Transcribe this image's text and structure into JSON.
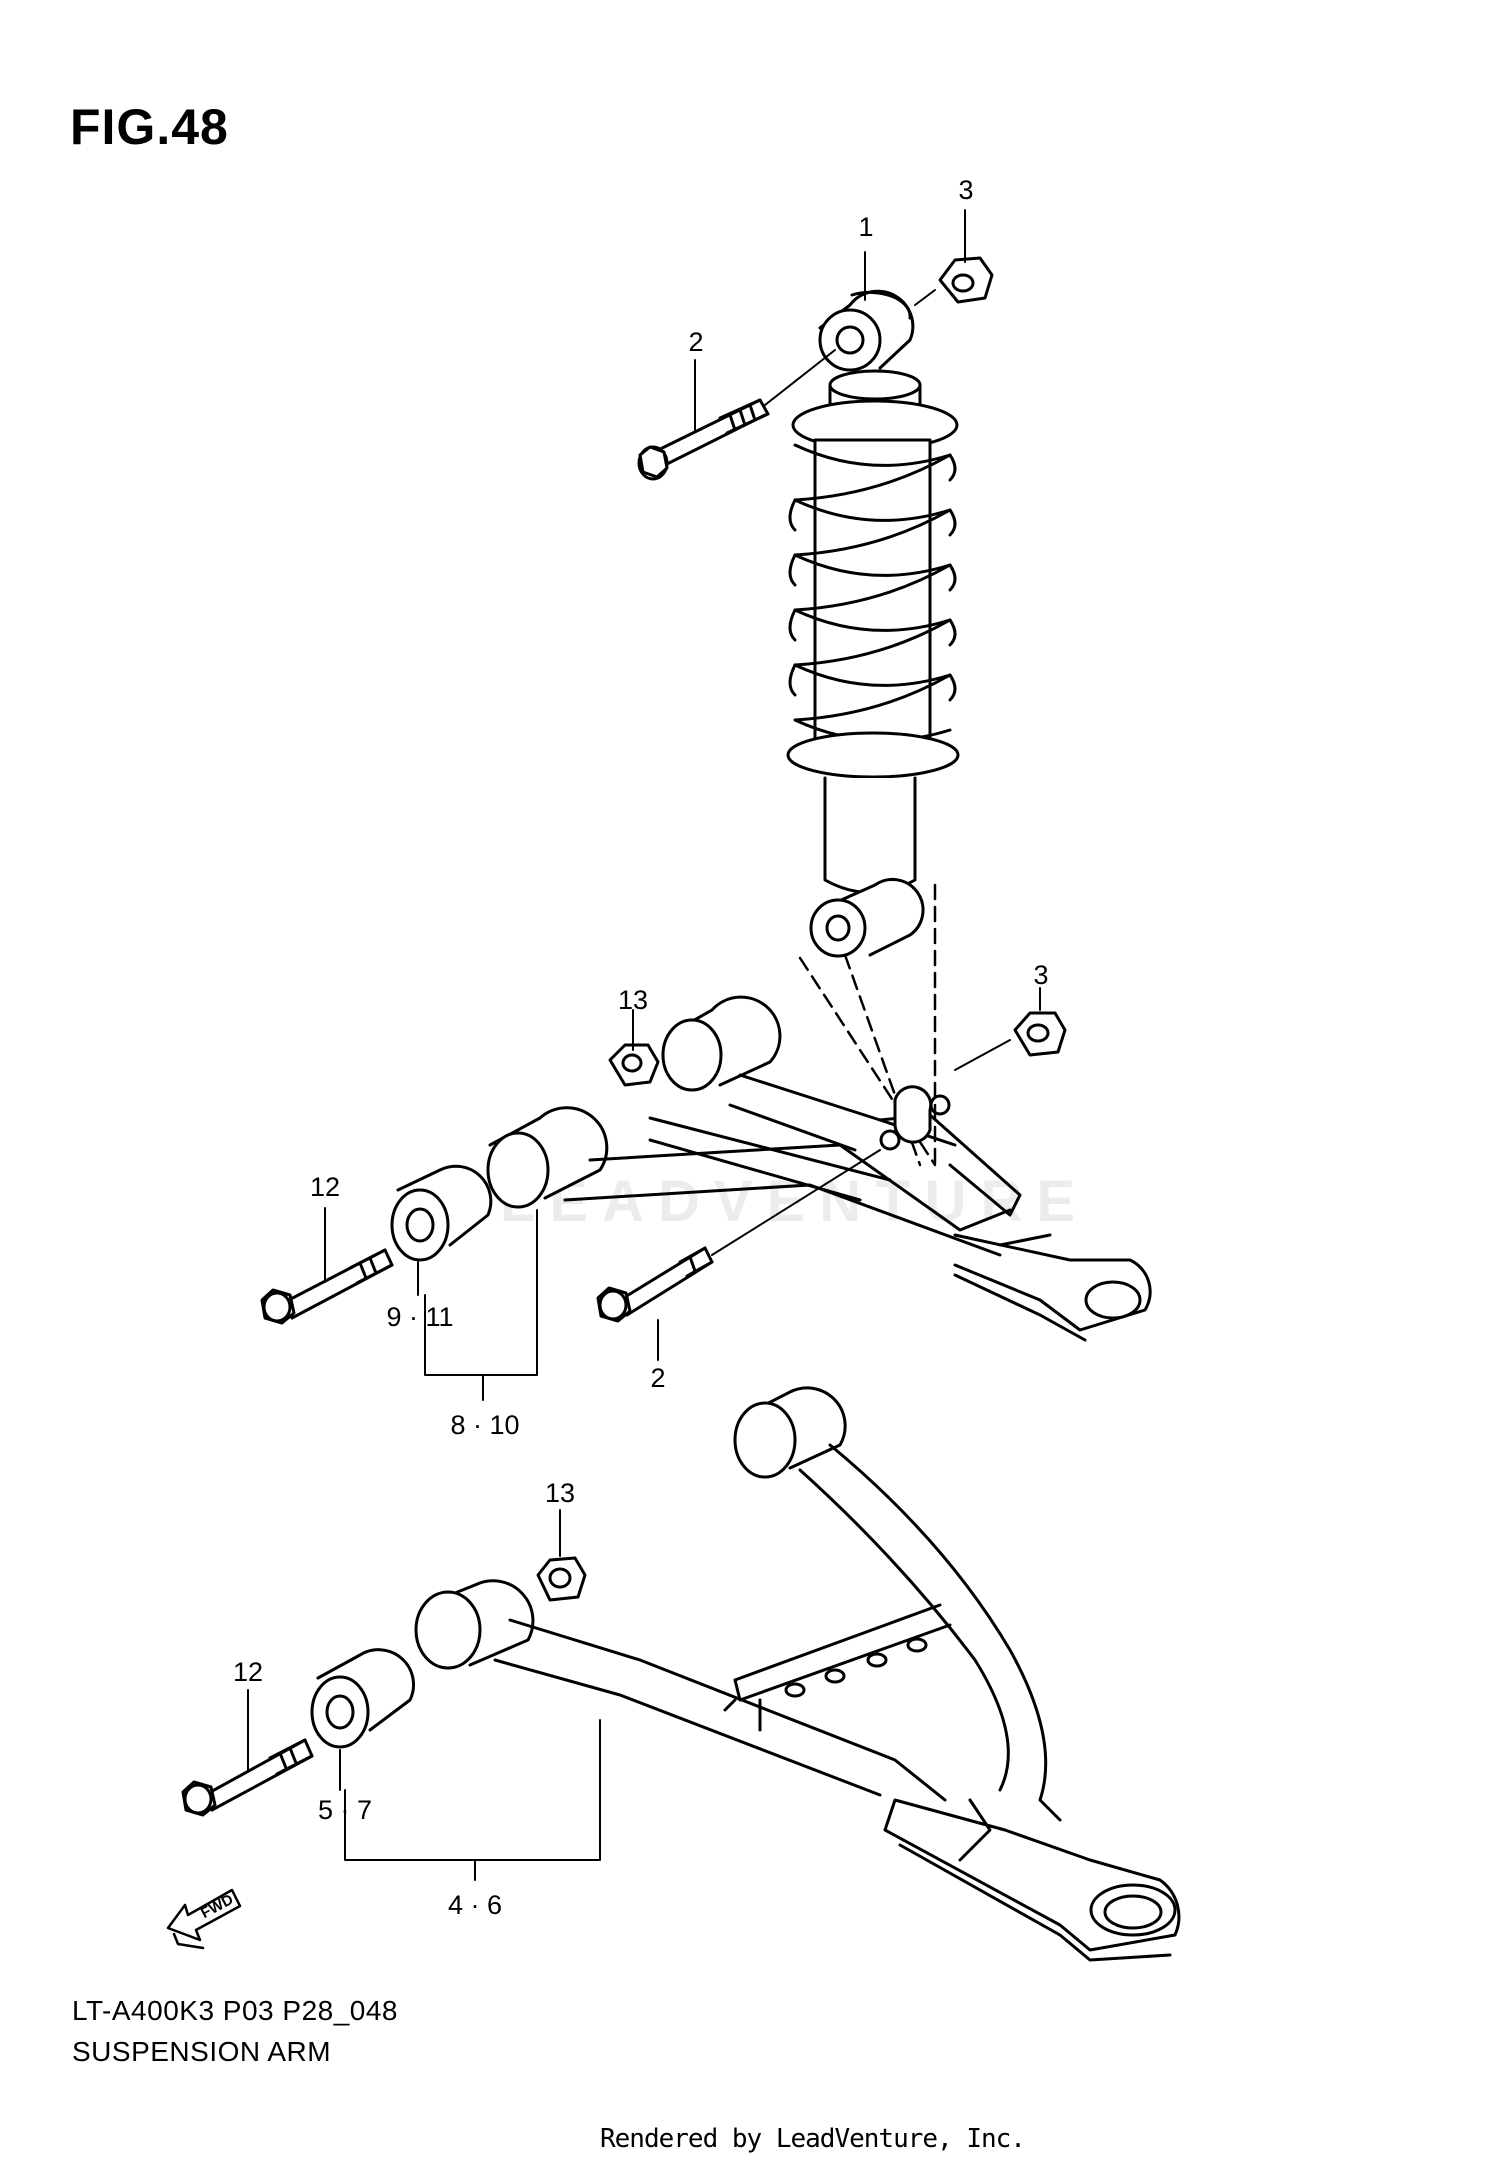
{
  "figure": {
    "title": "FIG.48",
    "code": "LT-A400K3 P03 P28_048",
    "caption": "SUSPENSION ARM",
    "credit": "Rendered by LeadVenture, Inc.",
    "watermark": "LEADVENTURE",
    "fwd_label": "FWD"
  },
  "callouts": {
    "c1": "1",
    "c3_top": "3",
    "c2_top": "2",
    "c13_upper": "13",
    "c3_mid": "3",
    "c12_upper": "12",
    "c9_11": "9 · 11",
    "c2_low": "2",
    "c8_10": "8 · 10",
    "c13_lower": "13",
    "c12_lower": "12",
    "c5_7": "5 · 7",
    "c4_6": "4 · 6"
  },
  "colors": {
    "line": "#000000",
    "background": "#ffffff"
  }
}
